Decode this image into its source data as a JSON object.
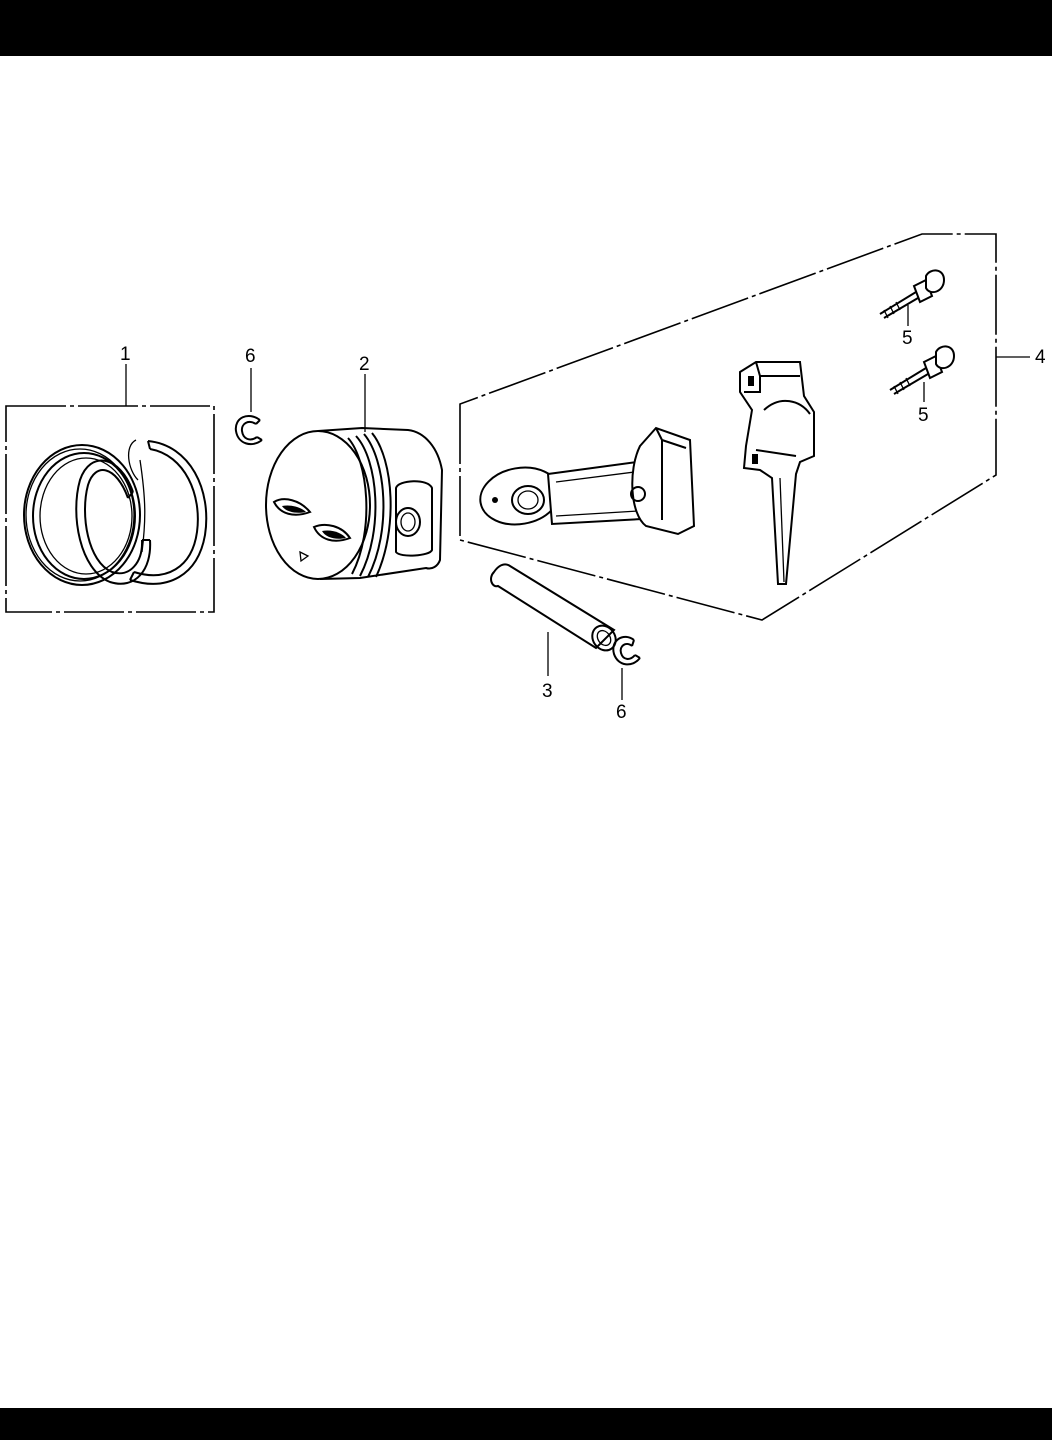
{
  "callouts": {
    "piston_ring_set": "1",
    "piston": "2",
    "piston_pin": "3",
    "connecting_rod_set": "4",
    "rod_bolt_upper": "5",
    "rod_bolt_lower": "5",
    "pin_clip_left": "6",
    "pin_clip_right": "6"
  },
  "colors": {
    "ink": "#000000",
    "paper": "#ffffff"
  }
}
